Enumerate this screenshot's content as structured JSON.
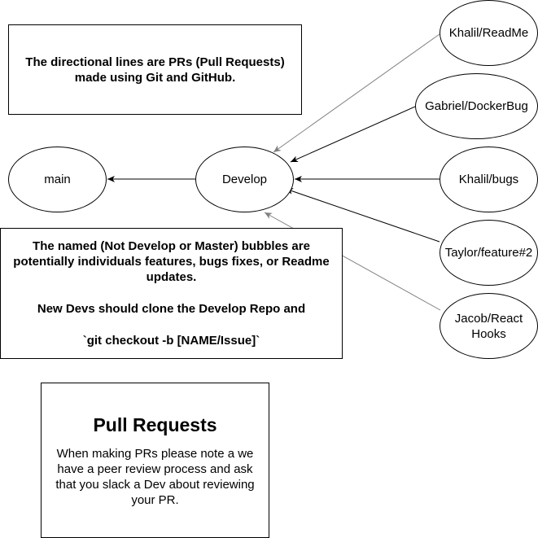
{
  "notes": {
    "prs": "The directional lines are PRs (Pull Requests) made using Git and GitHub.",
    "bubbles_line1": "The named (Not Develop or Master) bubbles are potentially individuals features, bugs fixes, or Readme updates.",
    "bubbles_line2": "New Devs should clone the Develop Repo and",
    "bubbles_line3": "`git checkout -b [NAME/Issue]`"
  },
  "pull_requests": {
    "title": "Pull Requests",
    "body": "When making PRs please note a we have a peer review process and ask that you slack a Dev about reviewing your PR."
  },
  "nodes": {
    "main": "main",
    "develop": "Develop",
    "khalil_readme": "Khalil/ReadMe",
    "gabriel_dockerbug": "Gabriel/DockerBug",
    "khalil_bugs": "Khalil/bugs",
    "taylor_feature": "Taylor/feature#2",
    "jacob_react_hooks": "Jacob/React Hooks"
  },
  "colors": {
    "line": "#000000",
    "faded_line": "#808080"
  }
}
